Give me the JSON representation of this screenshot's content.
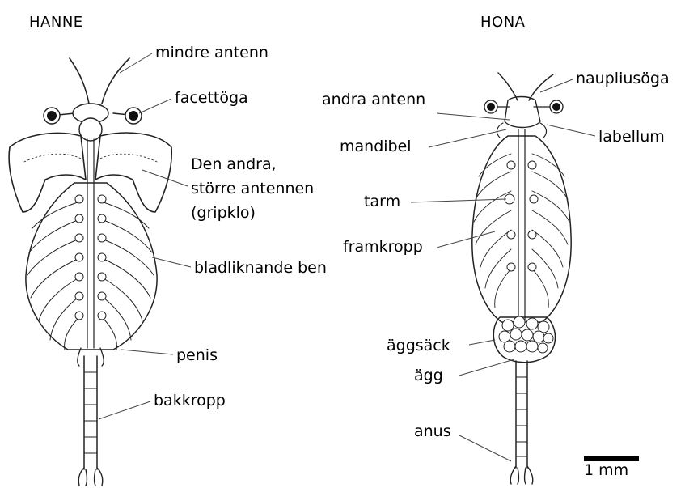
{
  "titles": {
    "male": "HANNE",
    "female": "HONA"
  },
  "male_labels": {
    "small_antenna": "mindre antenn",
    "compound_eye": "facettöga",
    "second_antenna_line1": "Den andra,",
    "second_antenna_line2": "större antennen",
    "second_antenna_line3": "(gripklo)",
    "leaf_legs": "bladliknande ben",
    "penis": "penis",
    "abdomen": "bakkropp"
  },
  "female_labels": {
    "nauplius_eye": "naupliusöga",
    "second_antenna": "andra antenn",
    "labellum": "labellum",
    "mandible": "mandibel",
    "gut": "tarm",
    "thorax": "framkropp",
    "egg_sac": "äggsäck",
    "egg": "ägg",
    "anus": "anus"
  },
  "scale_bar": {
    "label": "1 mm"
  }
}
